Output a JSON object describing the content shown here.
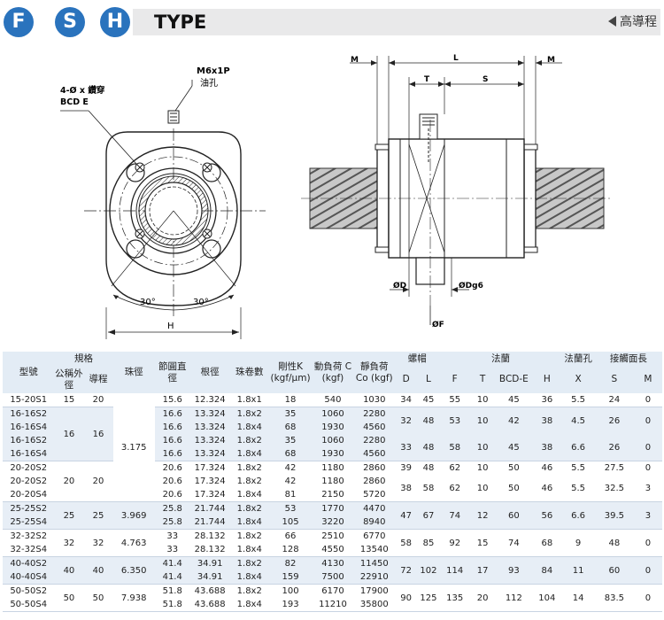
{
  "header": {
    "letters": [
      "F",
      "S",
      "H"
    ],
    "type_label": "TYPE",
    "back_label": "高導程"
  },
  "drawing": {
    "left_labels": {
      "holes": "4-Ø x 鑽穿",
      "bcd": "BCD E",
      "thread": "M6x1P",
      "oil": "油孔",
      "angle1": "30°",
      "angle2": "30°",
      "h": "H"
    },
    "right_labels": {
      "m1": "M",
      "l": "L",
      "m2": "M",
      "t": "T",
      "s": "S",
      "od": "ØD",
      "odg": "ØDg6",
      "of": "ØF"
    }
  },
  "table": {
    "headers": {
      "model": "型號",
      "spec": "規格",
      "nominal": "公稱外徑",
      "lead": "導程",
      "ball": "珠徑",
      "pitch": "節圓直徑",
      "root": "根徑",
      "turns": "珠卷數",
      "rigidity": "剛性K (kgf/μm)",
      "dyn": "動負荷 C (kgf)",
      "stat": "靜負荷 Co (kgf)",
      "nut": "螺帽",
      "flange": "法蘭",
      "hole": "法蘭孔",
      "face": "接觸面長",
      "D": "D",
      "L": "L",
      "F": "F",
      "T": "T",
      "BCD": "BCD-E",
      "H": "H",
      "X": "X",
      "S": "S",
      "M": "M"
    },
    "groups": [
      {
        "nominal": "15",
        "lead": "20",
        "rows": [
          {
            "model": "15-20S1",
            "pitch": "15.6",
            "root": "12.324",
            "turns": "1.8x1",
            "k": "18",
            "c": "540",
            "co": "1030"
          }
        ],
        "dims": [
          {
            "D": "34",
            "L": "45",
            "F": "55",
            "T": "10",
            "BCD": "45",
            "H": "36",
            "X": "5.5",
            "S": "24",
            "M": "0",
            "span": 1
          }
        ]
      },
      {
        "nominal": "16",
        "lead": "16",
        "rows": [
          {
            "model": "16-16S2",
            "pitch": "16.6",
            "root": "13.324",
            "turns": "1.8x2",
            "k": "35",
            "c": "1060",
            "co": "2280"
          },
          {
            "model": "16-16S4",
            "pitch": "16.6",
            "root": "13.324",
            "turns": "1.8x4",
            "k": "68",
            "c": "1930",
            "co": "4560"
          },
          {
            "model": "16-16S2",
            "pitch": "16.6",
            "root": "13.324",
            "turns": "1.8x2",
            "k": "35",
            "c": "1060",
            "co": "2280"
          },
          {
            "model": "16-16S4",
            "pitch": "16.6",
            "root": "13.324",
            "turns": "1.8x4",
            "k": "68",
            "c": "1930",
            "co": "4560"
          }
        ],
        "dims": [
          {
            "D": "32",
            "L": "48",
            "F": "53",
            "T": "10",
            "BCD": "42",
            "H": "38",
            "X": "4.5",
            "S": "26",
            "M": "0",
            "span": 2
          },
          {
            "D": "33",
            "L": "48",
            "F": "58",
            "T": "10",
            "BCD": "45",
            "H": "38",
            "X": "6.6",
            "S": "26",
            "M": "0",
            "span": 2
          }
        ]
      },
      {
        "nominal": "20",
        "lead": "20",
        "rows": [
          {
            "model": "20-20S2",
            "pitch": "20.6",
            "root": "17.324",
            "turns": "1.8x2",
            "k": "42",
            "c": "1180",
            "co": "2860"
          },
          {
            "model": "20-20S2",
            "pitch": "20.6",
            "root": "17.324",
            "turns": "1.8x2",
            "k": "42",
            "c": "1180",
            "co": "2860"
          },
          {
            "model": "20-20S4",
            "pitch": "20.6",
            "root": "17.324",
            "turns": "1.8x4",
            "k": "81",
            "c": "2150",
            "co": "5720"
          }
        ],
        "dims": [
          {
            "D": "39",
            "L": "48",
            "F": "62",
            "T": "10",
            "BCD": "50",
            "H": "46",
            "X": "5.5",
            "S": "27.5",
            "M": "0",
            "span": 1
          },
          {
            "D": "38",
            "L": "58",
            "F": "62",
            "T": "10",
            "BCD": "50",
            "H": "46",
            "X": "5.5",
            "S": "32.5",
            "M": "3",
            "span": 2
          }
        ]
      },
      {
        "nominal": "25",
        "lead": "25",
        "rows": [
          {
            "model": "25-25S2",
            "pitch": "25.8",
            "root": "21.744",
            "turns": "1.8x2",
            "k": "53",
            "c": "1770",
            "co": "4470"
          },
          {
            "model": "25-25S4",
            "pitch": "25.8",
            "root": "21.744",
            "turns": "1.8x4",
            "k": "105",
            "c": "3220",
            "co": "8940"
          }
        ],
        "dims": [
          {
            "D": "47",
            "L": "67",
            "F": "74",
            "T": "12",
            "BCD": "60",
            "H": "56",
            "X": "6.6",
            "S": "39.5",
            "M": "3",
            "span": 2
          }
        ]
      },
      {
        "nominal": "32",
        "lead": "32",
        "rows": [
          {
            "model": "32-32S2",
            "pitch": "33",
            "root": "28.132",
            "turns": "1.8x2",
            "k": "66",
            "c": "2510",
            "co": "6770"
          },
          {
            "model": "32-32S4",
            "pitch": "33",
            "root": "28.132",
            "turns": "1.8x4",
            "k": "128",
            "c": "4550",
            "co": "13540"
          }
        ],
        "dims": [
          {
            "D": "58",
            "L": "85",
            "F": "92",
            "T": "15",
            "BCD": "74",
            "H": "68",
            "X": "9",
            "S": "48",
            "M": "0",
            "span": 2
          }
        ]
      },
      {
        "nominal": "40",
        "lead": "40",
        "rows": [
          {
            "model": "40-40S2",
            "pitch": "41.4",
            "root": "34.91",
            "turns": "1.8x2",
            "k": "82",
            "c": "4130",
            "co": "11450"
          },
          {
            "model": "40-40S4",
            "pitch": "41.4",
            "root": "34.91",
            "turns": "1.8x4",
            "k": "159",
            "c": "7500",
            "co": "22910"
          }
        ],
        "dims": [
          {
            "D": "72",
            "L": "102",
            "F": "114",
            "T": "17",
            "BCD": "93",
            "H": "84",
            "X": "11",
            "S": "60",
            "M": "0",
            "span": 2
          }
        ]
      },
      {
        "nominal": "50",
        "lead": "50",
        "rows": [
          {
            "model": "50-50S2",
            "pitch": "51.8",
            "root": "43.688",
            "turns": "1.8x2",
            "k": "100",
            "c": "6170",
            "co": "17900"
          },
          {
            "model": "50-50S4",
            "pitch": "51.8",
            "root": "43.688",
            "turns": "1.8x4",
            "k": "193",
            "c": "11210",
            "co": "35800"
          }
        ],
        "dims": [
          {
            "D": "90",
            "L": "125",
            "F": "135",
            "T": "20",
            "BCD": "112",
            "H": "104",
            "X": "14",
            "S": "83.5",
            "M": "0",
            "span": 2
          }
        ]
      }
    ],
    "ball_groups": [
      {
        "value": "3.175",
        "span": 8
      },
      {
        "value": "3.969",
        "span": 2
      },
      {
        "value": "4.763",
        "span": 2
      },
      {
        "value": "6.350",
        "span": 2
      },
      {
        "value": "7.938",
        "span": 2
      }
    ]
  }
}
